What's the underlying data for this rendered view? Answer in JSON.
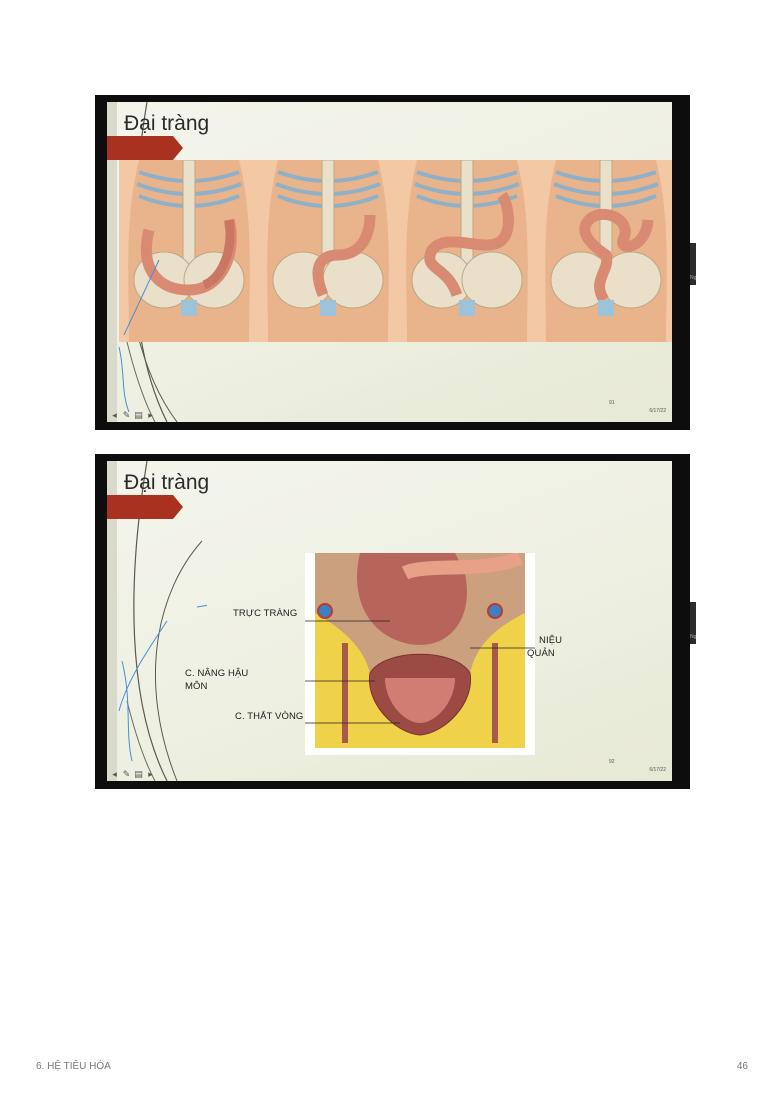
{
  "slides": [
    {
      "title": "Đại tràng",
      "number": "91",
      "date": "6/17/22",
      "side_text": "Ng"
    },
    {
      "title": "Đại tràng",
      "number": "92",
      "date": "6/17/22",
      "side_text": "Ng",
      "labels": {
        "rectum": "TRỰC TRÀNG",
        "ureter_line1": "NIỆU",
        "ureter_line2": "QUẢN",
        "levator_line1": "C. NÂNG HẬU",
        "levator_line2": "MÔN",
        "sphincter": "C. THẮT VÒNG"
      }
    }
  ],
  "footer": {
    "chapter": "6. HỆ TIÊU HÓA",
    "page": "46"
  },
  "colors": {
    "title_tab": "#a8321f",
    "skin": "#e8b48c",
    "colon": "#d98a72",
    "bone": "#eadfc8",
    "ribs_blue": "#8fb1c8",
    "fat_yellow": "#f0d24a",
    "pen_blue": "#4a8fd6"
  }
}
